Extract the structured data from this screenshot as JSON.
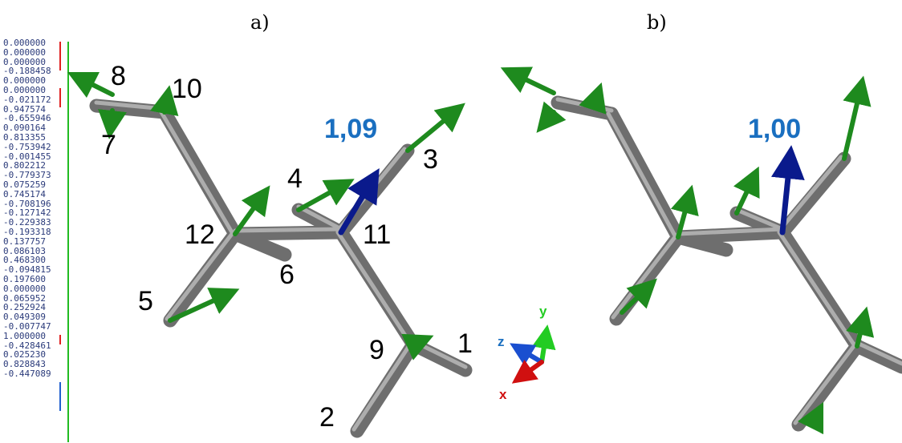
{
  "panels": {
    "a": "a)",
    "b": "b)"
  },
  "values": [
    "0.000000",
    "0.000000",
    "0.000000",
    "-0.188458",
    "0.000000",
    "0.000000",
    "-0.021172",
    "0.947574",
    "-0.655946",
    "0.090164",
    "0.813355",
    "-0.753942",
    "-0.001455",
    "0.802212",
    "-0.779373",
    "0.075259",
    "0.745174",
    "-0.708196",
    "-0.127142",
    "-0.229383",
    "-0.193318",
    "0.137757",
    "0.086103",
    "0.468300",
    "-0.094815",
    "0.197600",
    "0.000000",
    "0.065952",
    "0.252924",
    "0.049309",
    "-0.007747",
    "1.000000",
    "-0.428461",
    "0.025230",
    "0.828843",
    "-0.447089"
  ],
  "atom_labels": {
    "a1": "1",
    "a2": "2",
    "a3": "3",
    "a4": "4",
    "a5": "5",
    "a6": "6",
    "a7": "7",
    "a8": "8",
    "a9": "9",
    "a10": "10",
    "a11": "11",
    "a12": "12"
  },
  "value_labels": {
    "a": "1,09",
    "b": "1,00"
  },
  "axes": {
    "x": "x",
    "y": "y",
    "z": "z"
  },
  "colors": {
    "bond": "#8a8a8a",
    "arrow": "#1e8a1e",
    "arrow_highlight": "#0a1a8c",
    "value_text": "#1a6fc0",
    "axis_x": "#d01010",
    "axis_y": "#22cc22",
    "axis_z": "#1a4fd0",
    "mark_red": "#e02020",
    "mark_green": "#22bb22",
    "mark_blue": "#2060d0"
  }
}
